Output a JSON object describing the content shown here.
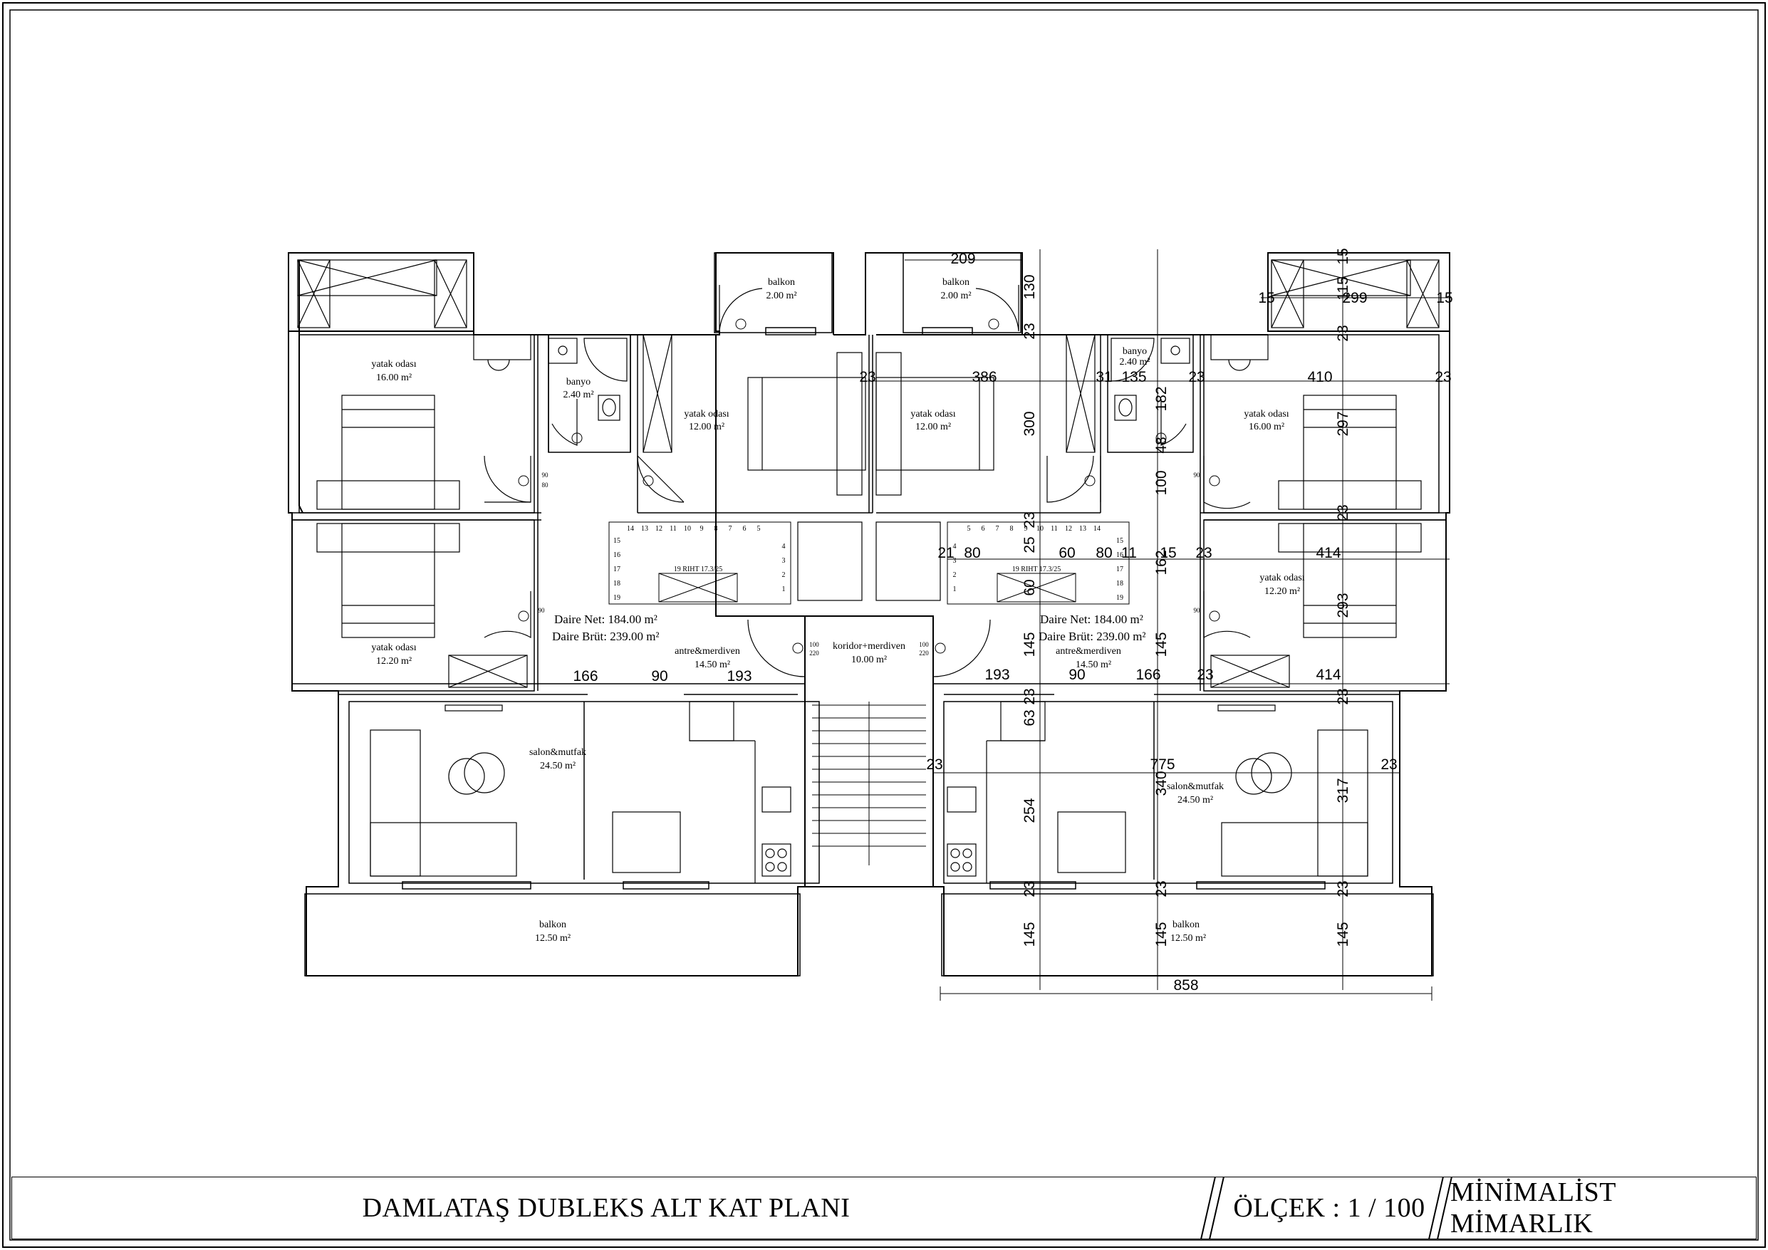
{
  "title_block": {
    "project_title": "DAMLATAŞ DUBLEKS ALT KAT PLANI",
    "scale": "ÖLÇEK : 1 / 100",
    "firm": "MİNİMALİST MİMARLIK"
  },
  "rooms": {
    "left": {
      "bedroom_master": {
        "name": "yatak odası",
        "area": "16.00 m²"
      },
      "bath": {
        "name": "banyo",
        "area": "2.40 m²"
      },
      "bedroom_mid": {
        "name": "yatak odası",
        "area": "12.00 m²"
      },
      "balcony_top": {
        "name": "balkon",
        "area": "2.00 m²"
      },
      "bedroom_low": {
        "name": "yatak odası",
        "area": "12.20 m²"
      },
      "entry": {
        "name": "antre&merdiven",
        "area": "14.50 m²"
      },
      "living": {
        "name": "salon&mutfak",
        "area": "24.50 m²"
      },
      "balcony_bottom": {
        "name": "balkon",
        "area": "12.50 m²"
      },
      "net": "Daire Net: 184.00 m²",
      "gross": "Daire Brüt: 239.00 m²",
      "stair_note": "19 RIHT 17.3/25"
    },
    "right": {
      "bedroom_master": {
        "name": "yatak odası",
        "area": "16.00 m²"
      },
      "bath": {
        "name": "banyo",
        "area": "2.40 m²"
      },
      "bedroom_mid": {
        "name": "yatak odası",
        "area": "12.00 m²"
      },
      "balcony_top": {
        "name": "balkon",
        "area": "2.00 m²"
      },
      "bedroom_low": {
        "name": "yatak odası",
        "area": "12.20 m²"
      },
      "entry": {
        "name": "antre&merdiven",
        "area": "14.50 m²"
      },
      "living": {
        "name": "salon&mutfak",
        "area": "24.50 m²"
      },
      "balcony_bottom": {
        "name": "balkon",
        "area": "12.50 m²"
      },
      "net": "Daire Net: 184.00 m²",
      "gross": "Daire Brüt: 239.00 m²",
      "stair_note": "19 RIHT 17.3/25"
    },
    "corridor": {
      "name": "koridor+merdiven",
      "area": "10.00 m²"
    }
  },
  "door_tags": {
    "d90": "90",
    "d80": "80",
    "d100": "100",
    "d220": "220",
    "w60": "60"
  },
  "stair_steps_left_top": [
    "14",
    "13",
    "12",
    "11",
    "10",
    "9",
    "8",
    "7",
    "6",
    "5"
  ],
  "stair_steps_left_side": [
    "15",
    "16",
    "17",
    "18",
    "19"
  ],
  "stair_steps_left_right": [
    "4",
    "3",
    "2",
    "1"
  ],
  "stair_steps_right_top": [
    "5",
    "6",
    "7",
    "8",
    "9",
    "10",
    "11",
    "12",
    "13",
    "14"
  ],
  "stair_steps_right_side": [
    "15",
    "16",
    "17",
    "18",
    "19"
  ],
  "stair_steps_right_left": [
    "4",
    "3",
    "2",
    "1"
  ],
  "dimensions": {
    "left_bottom_row": [
      "166",
      "90",
      "193"
    ],
    "right_bottom_row": [
      "193",
      "90",
      "166",
      "23",
      "414"
    ],
    "top_row": [
      "209",
      "130",
      "23"
    ],
    "upper_right": [
      "15",
      "299",
      "15",
      "115",
      "15",
      "23"
    ],
    "mid_row": [
      "23",
      "386",
      "31",
      "135",
      "23",
      "410",
      "23"
    ],
    "vert_a": [
      "300",
      "182",
      "297"
    ],
    "mid_stair_row": [
      "21",
      "80",
      "60",
      "80",
      "11",
      "15",
      "23",
      "414"
    ],
    "vert_b": [
      "100",
      "48",
      "23",
      "25",
      "23",
      "162",
      "293",
      "60"
    ],
    "vert_c": [
      "145",
      "145",
      "23",
      "23"
    ],
    "living_dims": [
      "63",
      "23",
      "775",
      "23",
      "340",
      "317",
      "254"
    ],
    "bottom_vert": [
      "23",
      "23",
      "23",
      "145",
      "145",
      "145"
    ],
    "total_width": "858"
  }
}
